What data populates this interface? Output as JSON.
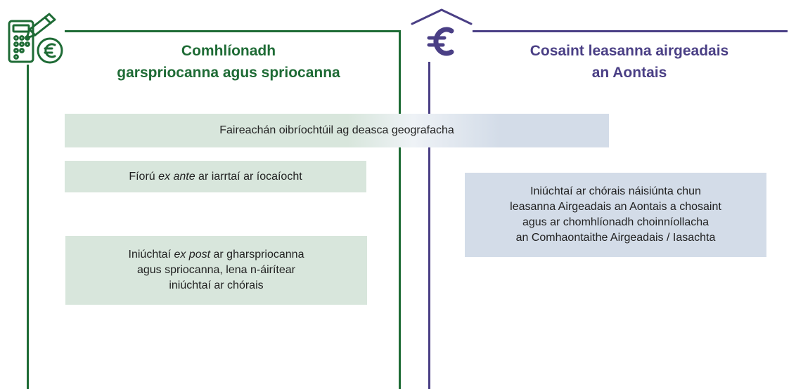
{
  "left_panel": {
    "title": "Comhlíonadh\ngarspriocanna agus spriocanna",
    "icon": "calculator-pencil-euro-icon",
    "color": "#1e6b35"
  },
  "right_panel": {
    "title": "Cosaint leasanna airgeadais\nan Aontais",
    "icon": "euro-house-icon",
    "color": "#4a3f85"
  },
  "shared_box": {
    "text": "Faireachán oibríochtúil ag deasca geografacha"
  },
  "exante_box": {
    "text_before": "Fíorú ",
    "text_italic": "ex ante",
    "text_after": " ar iarrtaí ar íocaíocht"
  },
  "expost_box": {
    "text_before": "Iniúchtaí ",
    "text_italic": "ex post",
    "text_after": " ar gharspriocanna\nagus spriocanna, lena n-áirítear\niniúchtaí ar chórais"
  },
  "systems_box": {
    "text": "Iniúchtaí ar chórais náisiúnta chun\nleasanna Airgeadais an Aontais a chosaint\nagus ar chomhlíonadh choinníollacha\nan Comhaontaithe Airgeadais / Iasachta"
  },
  "colors": {
    "green": "#1e6b35",
    "purple": "#4a3f85",
    "green_fill": "#d8e6dc",
    "blue_fill": "#d3dce8"
  }
}
